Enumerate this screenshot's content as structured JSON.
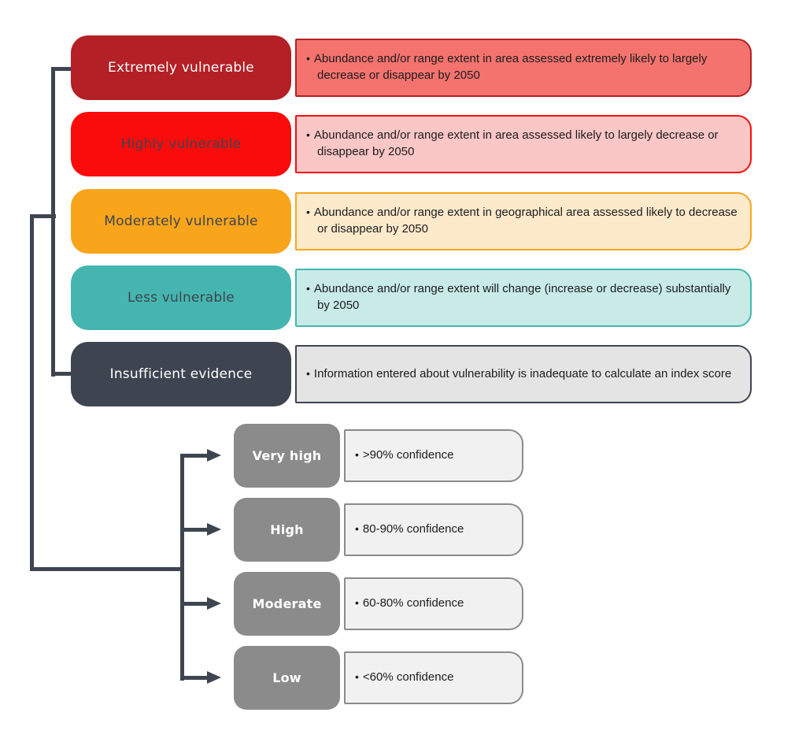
{
  "diagram": {
    "bullet": "•",
    "connector_color": "#3E4450",
    "vulnerability_levels": [
      {
        "label": "Extremely vulnerable",
        "description": "Abundance and/or range extent in area assessed extremely likely to largely decrease or disappear by 2050",
        "label_bg": "#B32025",
        "label_text_color": "#FFFFFF",
        "desc_bg": "#F4736F",
        "desc_border": "#B32025"
      },
      {
        "label": "Highly vulnerable",
        "description": "Abundance and/or range extent in area assessed likely to largely decrease or disappear by 2050",
        "label_bg": "#FA0C0C",
        "label_text_color": "#3E4450",
        "desc_bg": "#FBC6C6",
        "desc_border": "#FA0C0C"
      },
      {
        "label": "Moderately vulnerable",
        "description": "Abundance and/or range extent in geographical area assessed likely to decrease or disappear by 2050",
        "label_bg": "#F9A51C",
        "label_text_color": "#3E4450",
        "desc_bg": "#FDEACB",
        "desc_border": "#F9A51C"
      },
      {
        "label": "Less vulnerable",
        "description": "Abundance and/or range extent will change (increase or decrease) substantially by 2050",
        "label_bg": "#44B6AF",
        "label_text_color": "#3E4450",
        "desc_bg": "#C8EBE8",
        "desc_border": "#44B6AF"
      },
      {
        "label": "Insufficient evidence",
        "description": "Information entered about vulnerability is inadequate to calculate an index score",
        "label_bg": "#3E4450",
        "label_text_color": "#FFFFFF",
        "desc_bg": "#E4E4E4",
        "desc_border": "#3E4450"
      }
    ],
    "confidence_style": {
      "label_bg": "#8B8B8B",
      "label_text_color": "#FFFFFF",
      "desc_bg": "#F1F1F1",
      "desc_border": "#8A8A8A"
    },
    "confidence_levels": [
      {
        "label": "Very high",
        "description": ">90% confidence"
      },
      {
        "label": "High",
        "description": "80-90% confidence"
      },
      {
        "label": "Moderate",
        "description": "60-80% confidence"
      },
      {
        "label": "Low",
        "description": "<60% confidence"
      }
    ]
  }
}
